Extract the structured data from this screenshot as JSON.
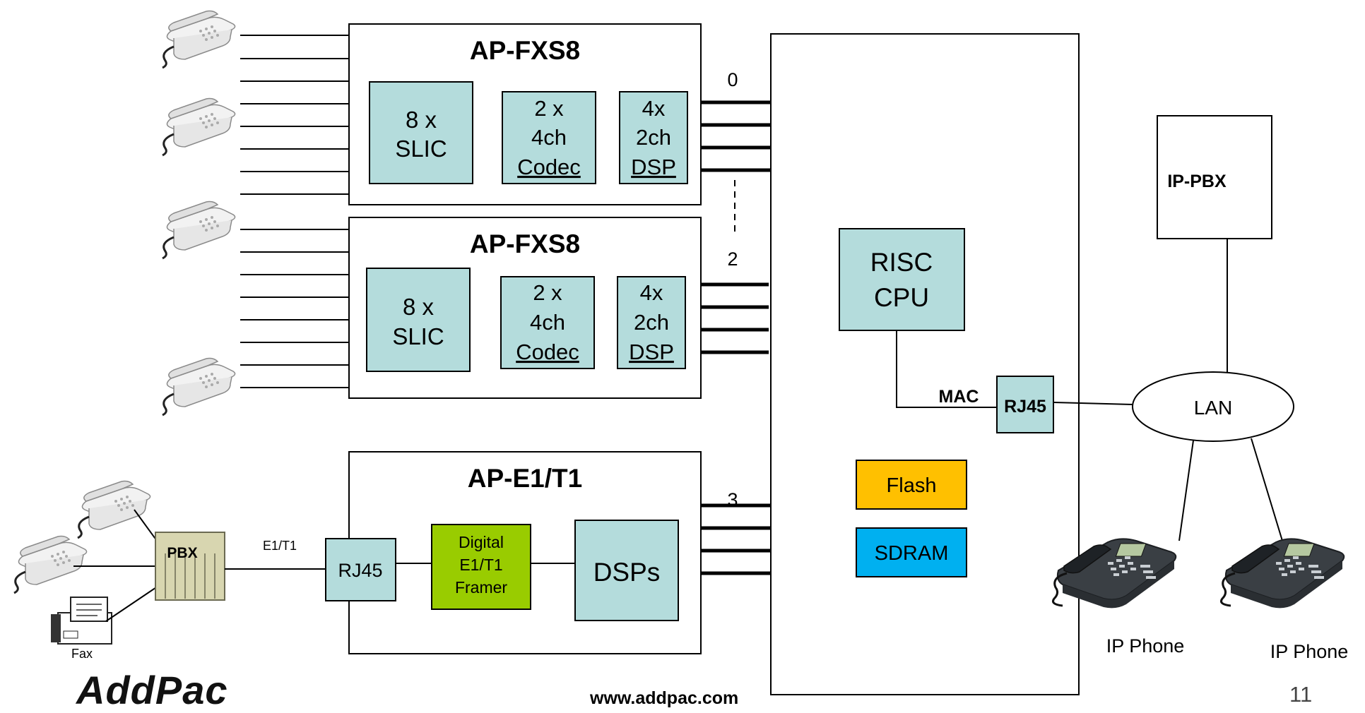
{
  "modules": {
    "fxs_top": {
      "title": "AP-FXS8",
      "slic": [
        "8 x",
        "SLIC"
      ],
      "codec": [
        "2 x",
        "4ch",
        "Codec"
      ],
      "dsp": [
        "4x",
        "2ch",
        "DSP"
      ]
    },
    "fxs_bottom": {
      "title": "AP-FXS8",
      "slic": [
        "8 x",
        "SLIC"
      ],
      "codec": [
        "2 x",
        "4ch",
        "Codec"
      ],
      "dsp": [
        "4x",
        "2ch",
        "DSP"
      ]
    },
    "e1t1": {
      "title": "AP-E1/T1",
      "rj45": "RJ45",
      "framer": [
        "Digital",
        "E1/T1",
        "Framer"
      ],
      "dsps": "DSPs"
    }
  },
  "bus_labels": {
    "slot0": "0",
    "slot2": "2",
    "slot3": "3"
  },
  "main_board": {
    "cpu": [
      "RISC",
      "CPU"
    ],
    "mac": "MAC",
    "rj45": "RJ45",
    "flash": "Flash",
    "sdram": "SDRAM"
  },
  "network": {
    "ippbx": "IP-PBX",
    "lan": "LAN",
    "phone1": "IP Phone",
    "phone2": "IP Phone"
  },
  "pbx_area": {
    "pbx": "PBX",
    "link": "E1/T1",
    "fax": "Fax"
  },
  "footer": {
    "url": "www.addpac.com",
    "page": "11",
    "logo": "AddPac"
  },
  "colors": {
    "block": "#b4dcdc",
    "framer": "#99cc00",
    "flash": "#ffc000",
    "sdram": "#00b0f0",
    "pbx": "#d8d6b0"
  }
}
